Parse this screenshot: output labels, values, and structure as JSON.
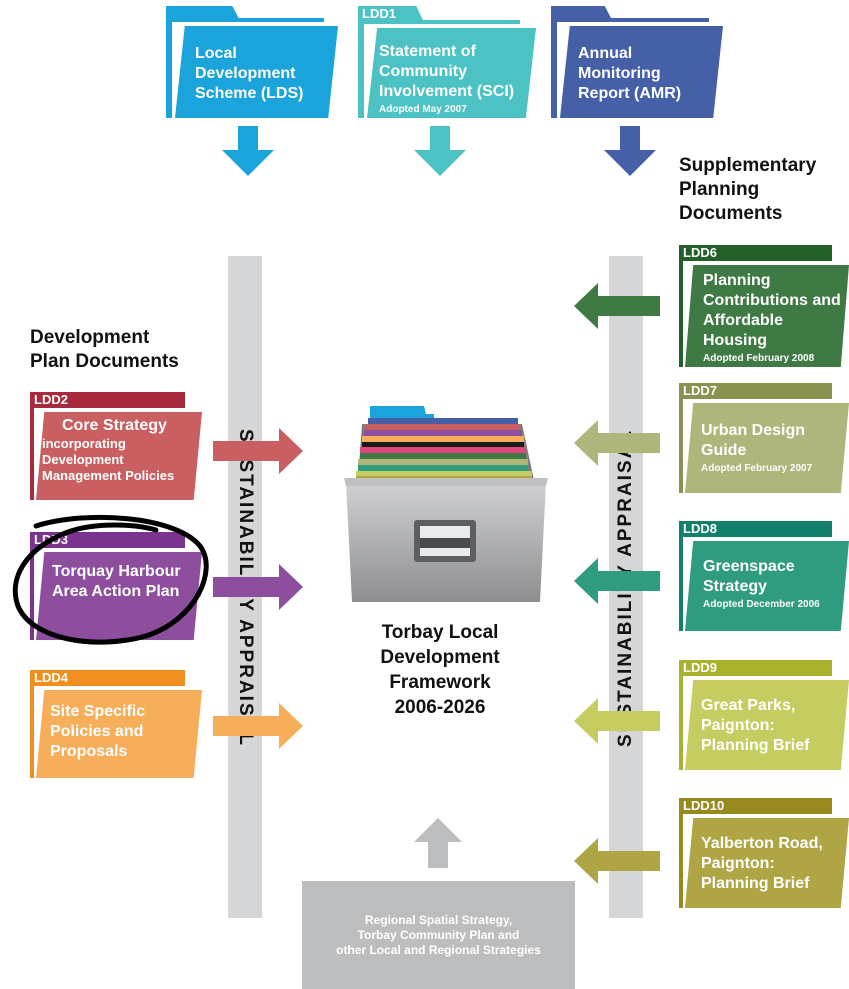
{
  "top_docs": [
    {
      "code": "",
      "title": "Local Development Scheme (LDS)",
      "adopted": "",
      "color": "#1ba3dc"
    },
    {
      "code": "LDD1",
      "title": "Statement of Community Involvement (SCI)",
      "adopted": "Adopted May 2007",
      "color": "#4cc2c4"
    },
    {
      "code": "",
      "title": "Annual Monitoring Report (AMR)",
      "adopted": "",
      "color": "#4660a8"
    }
  ],
  "headings": {
    "dpd": "Development\nPlan Documents",
    "spd": "Supplementary\nPlanning\nDocuments"
  },
  "sustainability_label": "SUSTAINABILITY APPRAISAL",
  "dpd_docs": [
    {
      "code": "LDD2",
      "title": "Core Strategy",
      "subtitle": "incorporating Development Management Policies",
      "color": "#c95f60",
      "dark": "#a72b3d"
    },
    {
      "code": "LDD3",
      "title": "Torquay Harbour Area Action Plan",
      "subtitle": "",
      "color": "#8e4e9e",
      "dark": "#7a3490"
    },
    {
      "code": "LDD4",
      "title": "Site Specific Policies and Proposals",
      "subtitle": "",
      "color": "#f6ae5a",
      "dark": "#f08f1e"
    }
  ],
  "spd_docs": [
    {
      "code": "LDD6",
      "title": "Planning Contributions and Affordable Housing",
      "adopted": "Adopted February 2008",
      "color": "#3f7a44",
      "dark": "#245f2a"
    },
    {
      "code": "LDD7",
      "title": "Urban Design Guide",
      "adopted": "Adopted February 2007",
      "color": "#b0b57c",
      "dark": "#8b9150"
    },
    {
      "code": "LDD8",
      "title": "Greenspace Strategy",
      "adopted": "Adopted December 2006",
      "color": "#2f9b7f",
      "dark": "#12806a"
    },
    {
      "code": "LDD9",
      "title": "Great Parks, Paignton: Planning Brief",
      "adopted": "",
      "color": "#c5cc60",
      "dark": "#a9b22c"
    },
    {
      "code": "LDD10",
      "title": "Yalberton Road, Paignton: Planning Brief",
      "adopted": "",
      "color": "#b0a545",
      "dark": "#968a1e"
    }
  ],
  "center_title": "Torbay Local\nDevelopment\nFramework\n2006-2026",
  "regional": "Regional Spatial Strategy,\nTorbay Community Plan and\nother Local and Regional Strategies"
}
